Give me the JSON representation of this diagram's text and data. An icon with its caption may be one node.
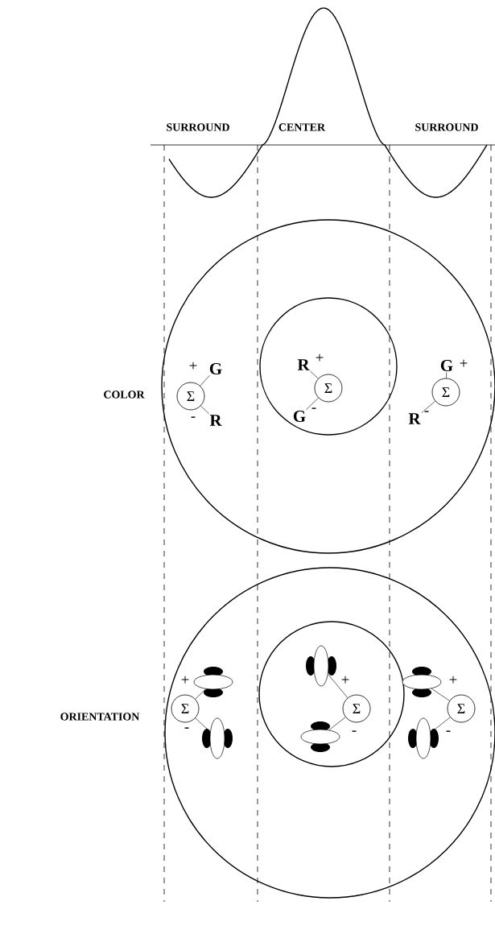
{
  "diagram": {
    "nodes": [
      {
        "text": [],
        "shape": "circle"
      },
      {
        "text": [
          "G"
        ],
        "in": 0
      },
      {
        "text": [
          "Σ"
        ],
        "in": 0
      },
      {
        "text": [
          "R"
        ],
        "in": 0
      },
      {
        "text": [],
        "shape": "circle",
        "in": 0
      },
      {
        "text": [
          "R"
        ],
        "in": 4
      },
      {
        "text": [
          "Σ"
        ],
        "in": 4
      },
      {
        "text": [
          "G"
        ],
        "in": 4
      },
      {
        "text": [
          "G"
        ],
        "in": 0
      },
      {
        "text": [
          "Σ"
        ],
        "in": 0
      },
      {
        "text": [
          "R"
        ],
        "in": 0
      },
      {
        "text": [],
        "shape": "circle"
      },
      {
        "text": [],
        "shape": "picture",
        "in": 11
      },
      {
        "text": [
          "Σ"
        ],
        "in": 11
      },
      {
        "text": [],
        "shape": "picture",
        "in": 11
      },
      {
        "text": [],
        "shape": "circle",
        "in": 11
      },
      {
        "text": [],
        "shape": "picture",
        "in": 15
      },
      {
        "text": [
          "Σ"
        ],
        "in": 15
      },
      {
        "text": [],
        "shape": "picture",
        "in": 15
      },
      {
        "text": [],
        "shape": "picture",
        "in": 11
      },
      {
        "text": [
          "Σ"
        ],
        "in": 11
      },
      {
        "text": [],
        "shape": "picture",
        "in": 11
      }
    ],
    "edges": [
      {
        "from": 1,
        "to": 2,
        "arrow": "none",
        "label": "+"
      },
      {
        "from": 3,
        "to": 2,
        "arrow": "none",
        "label": "-"
      },
      {
        "from": 5,
        "to": 6,
        "arrow": "none",
        "label": "+"
      },
      {
        "from": 7,
        "to": 6,
        "arrow": "none",
        "label": "-"
      },
      {
        "from": 8,
        "to": 9,
        "arrow": "none",
        "label": "+"
      },
      {
        "from": 10,
        "to": 9,
        "arrow": "none",
        "label": "-"
      },
      {
        "from": 12,
        "to": 13,
        "arrow": "none",
        "label": "+"
      },
      {
        "from": 14,
        "to": 13,
        "arrow": "none",
        "label": "-"
      },
      {
        "from": 16,
        "to": 17,
        "arrow": "none",
        "label": "+"
      },
      {
        "from": 18,
        "to": 17,
        "arrow": "none",
        "label": "-"
      },
      {
        "from": 19,
        "to": 20,
        "arrow": "none",
        "label": "+"
      },
      {
        "from": 21,
        "to": 20,
        "arrow": "none",
        "label": "-"
      }
    ],
    "labels": [
      "SURROUND",
      "CENTER",
      "SURROUND",
      "COLOR",
      "ORIENTATION"
    ]
  }
}
